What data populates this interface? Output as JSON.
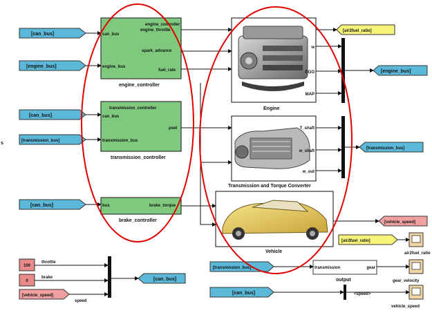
{
  "edge_char": "s",
  "inports_left": [
    {
      "label": "[can_bus]"
    },
    {
      "label": "[engine_bus]"
    },
    {
      "label": "[can_bus]"
    },
    {
      "label": "[transmission_bus]"
    },
    {
      "label": "[can_bus]"
    }
  ],
  "engine_controller": {
    "title": "engine_controller",
    "in_can": "can_bus",
    "in_engine": "engine_bus",
    "out_throttle": "engine_throttle",
    "out_spark": "spark_advance",
    "out_fuel": "fuel_rate",
    "caption": "engine_controller"
  },
  "transmission_controller": {
    "title": "transmission_controller",
    "in_can": "can_bus",
    "in_trans": "transmission_bus",
    "out_pset": "pset",
    "caption": "transmission_controller"
  },
  "brake_controller": {
    "in_label": "bus",
    "out_label": "brake_torque",
    "caption": "brake_controller"
  },
  "engine": {
    "caption": "Engine",
    "ports": [
      "w",
      "EGO",
      "MAP"
    ]
  },
  "transmission": {
    "caption": "Transmission and Torque Converter",
    "ports": [
      "T_shaft",
      "w_shaft",
      "w_out"
    ]
  },
  "vehicle": {
    "caption": "Vehicle"
  },
  "goto_right": [
    {
      "label": "[air2fuel_ratio]"
    },
    {
      "label": "[engine_bus]"
    },
    {
      "label": "[transmission_bus]"
    },
    {
      "label": "[vehicle_speed]"
    }
  ],
  "from_right": [
    {
      "label": "[air2fuel_ratio]"
    },
    {
      "label": "[transmission_bus]"
    },
    {
      "label": "[can_bus]"
    }
  ],
  "output_block": {
    "in_label": "transmission",
    "out_label": "gear",
    "caption": "output"
  },
  "speed_selector": "<speed>",
  "scopes": [
    {
      "caption": "air2fuel_ratio"
    },
    {
      "caption": "gear_velocity"
    },
    {
      "caption": "vehicle_speed"
    }
  ],
  "constants": [
    {
      "value": "100",
      "label": "throttle"
    },
    {
      "value": "0",
      "label": "brake"
    }
  ],
  "vehicle_speed_from": {
    "label": "[vehicle_speed]",
    "signal": "speed"
  },
  "can_bus_goto": {
    "label": "[can_bus]"
  },
  "colors": {
    "port_fill": "#5bb8d8",
    "block_green": "#7fc97f",
    "highlight_red": "#e00000",
    "goto_yellow": "#f5f57a",
    "goto_salmon": "#f0a0a0",
    "scope_fill": "#f2d6a4",
    "const_fill": "#e88a8a"
  }
}
